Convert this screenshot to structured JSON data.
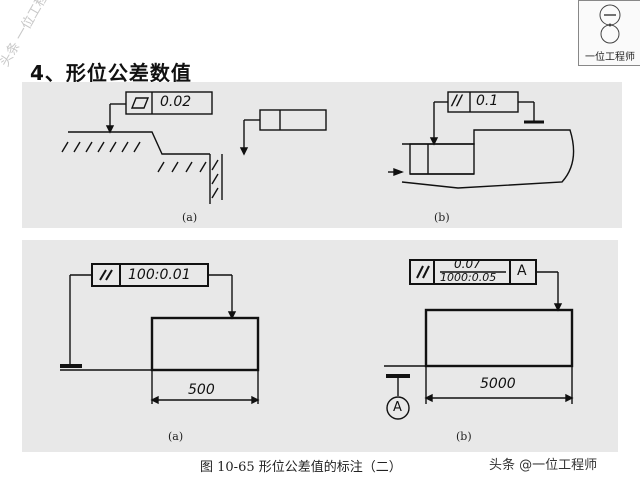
{
  "heading": "4、形位公差数值",
  "watermark_side": "头条 一位工程师",
  "logo": {
    "caption": "一位工程师"
  },
  "top_panel": {
    "a": {
      "tolerance": "0.02",
      "symbol": "flatness-parallelogram",
      "label": "(a)"
    },
    "b": {
      "symbol": "//",
      "tolerance": "0.1",
      "label": "(b)"
    }
  },
  "bottom_panel": {
    "a": {
      "symbol": "//",
      "tolerance": "100:0.01",
      "dimension": "500",
      "label": "(a)"
    },
    "b": {
      "symbol": "//",
      "tolerance_top": "0.07",
      "tolerance_bottom": "1000:0.05",
      "datum": "A",
      "datum_marker": "A",
      "dimension": "5000",
      "label": "(b)"
    }
  },
  "figure_caption": "图 10-65   形位公差值的标注（二）",
  "attribution": "头条 @一位工程师",
  "colors": {
    "panel_bg": "#e8e8e8",
    "ink": "#111111",
    "page_bg": "#ffffff"
  }
}
